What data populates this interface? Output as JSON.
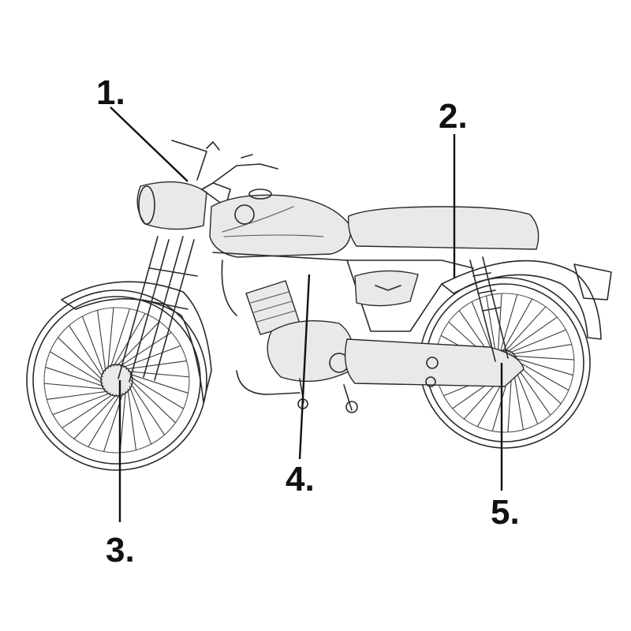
{
  "callouts": [
    {
      "id": "1",
      "label": "1."
    },
    {
      "id": "2",
      "label": "2."
    },
    {
      "id": "3",
      "label": "3."
    },
    {
      "id": "4",
      "label": "4."
    },
    {
      "id": "5",
      "label": "5."
    }
  ],
  "colors": {
    "ink": "#2a2a2a",
    "background": "#ffffff"
  }
}
